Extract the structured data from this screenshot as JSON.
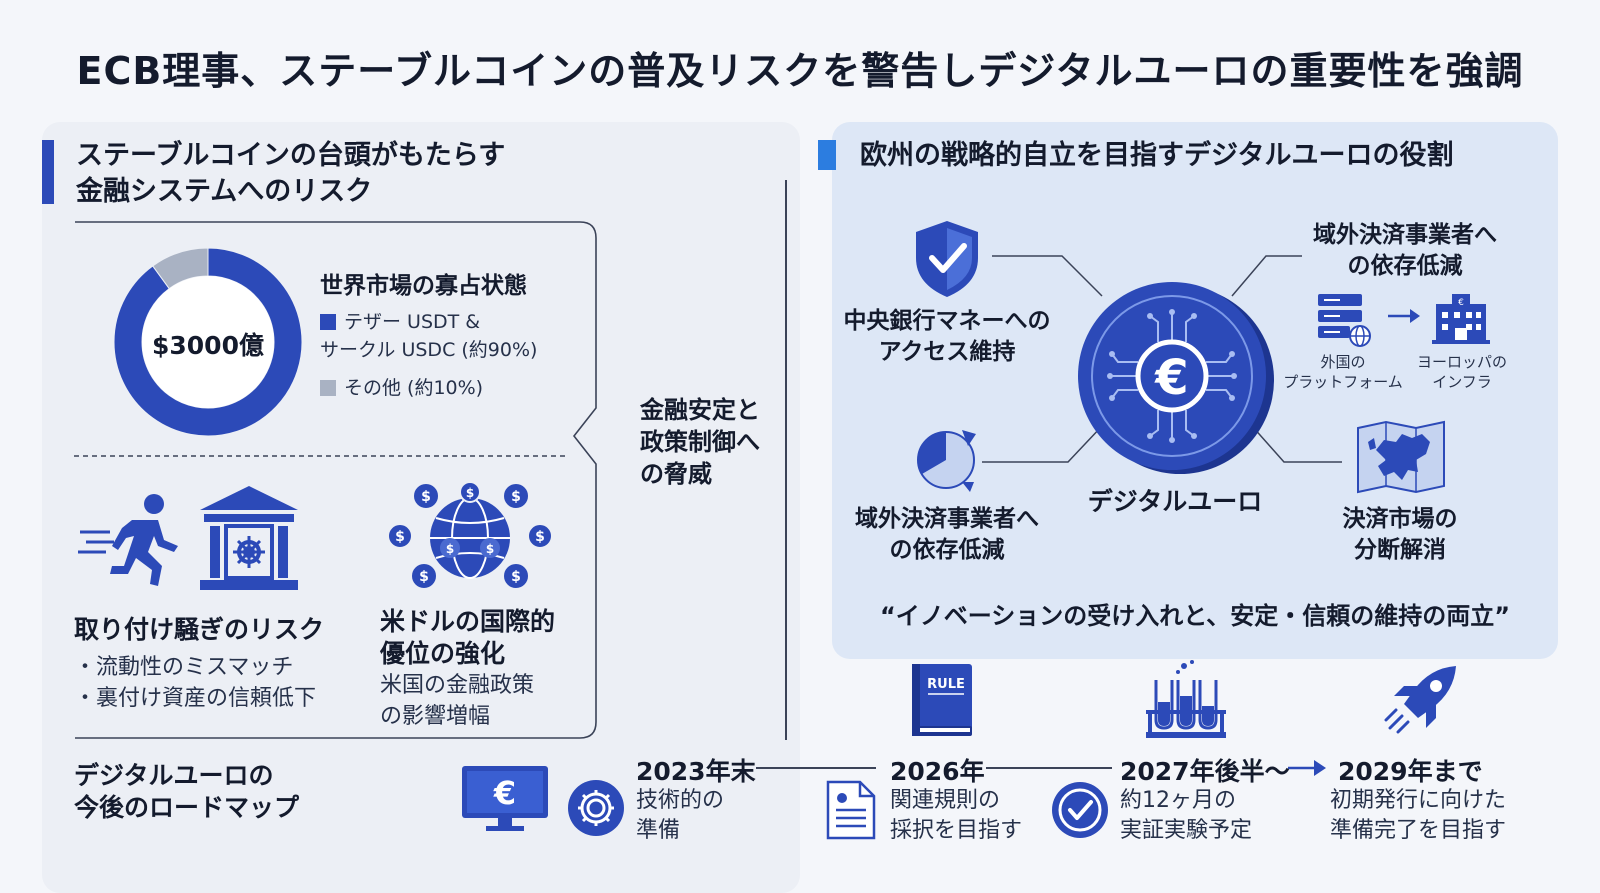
{
  "title": "ECB理事、ステーブルコインの普及リスクを警告しデジタルユーロの重要性を強調",
  "left": {
    "heading_line1": "ステーブルコインの台頭がもたらす",
    "heading_line2": "金融システムへのリスク",
    "donut_center": "$3000億",
    "market_title": "世界市場の寡占状態",
    "legend": [
      {
        "line1": "テザー USDT &",
        "line2": "サークル USDC (約90%)",
        "color": "#2c4ab8"
      },
      {
        "line1": "その他 (約10%)",
        "line2": "",
        "color": "#a9b2c3"
      }
    ],
    "threat_label": [
      "金融安定と",
      "政策制御へ",
      "の脅威"
    ],
    "bankrun": {
      "title": "取り付け騒ぎのリスク",
      "bullets": [
        "・流動性のミスマッチ",
        "・裏付け資産の信頼低下"
      ]
    },
    "dollar": {
      "title_line1": "米ドルの国際的",
      "title_line2": "優位の強化",
      "desc_line1": "米国の金融政策",
      "desc_line2": "の影響増幅"
    }
  },
  "right": {
    "heading": "欧州の戦略的自立を目指すデジタルユーロの役割",
    "coin_label": "デジタルユーロ",
    "nodes": {
      "tl": [
        "中央銀行マネーへの",
        "アクセス維持"
      ],
      "tr": [
        "域外決済事業者へ",
        "の依存低減"
      ],
      "bl": [
        "域外決済事業者へ",
        "の依存低減"
      ],
      "br": [
        "決済市場の",
        "分断解消"
      ]
    },
    "platform_foreign": [
      "外国の",
      "プラットフォーム"
    ],
    "platform_europe": [
      "ヨーロッパの",
      "インフラ"
    ],
    "quote": "“イノベーションの受け入れと、安定・信頼の維持の両立”"
  },
  "roadmap": {
    "heading_line1": "デジタルユーロの",
    "heading_line2": "今後のロードマップ",
    "rule_text": "RULE",
    "steps": [
      {
        "year": "2023年末",
        "desc_line1": "技術的の",
        "desc_line2": "準備"
      },
      {
        "year": "2026年",
        "desc_line1": "関連規則の",
        "desc_line2": "採択を目指す"
      },
      {
        "year": "2027年後半〜",
        "desc_line1": "約12ヶ月の",
        "desc_line2": "実証実験予定"
      },
      {
        "year": "2029年まで",
        "desc_line1": "初期発行に向けた",
        "desc_line2": "準備完了を目指す"
      }
    ]
  },
  "chart_data": {
    "type": "pie",
    "categories": [
      "テザー USDT & サークル USDC",
      "その他"
    ],
    "values": [
      90,
      10
    ]
  }
}
